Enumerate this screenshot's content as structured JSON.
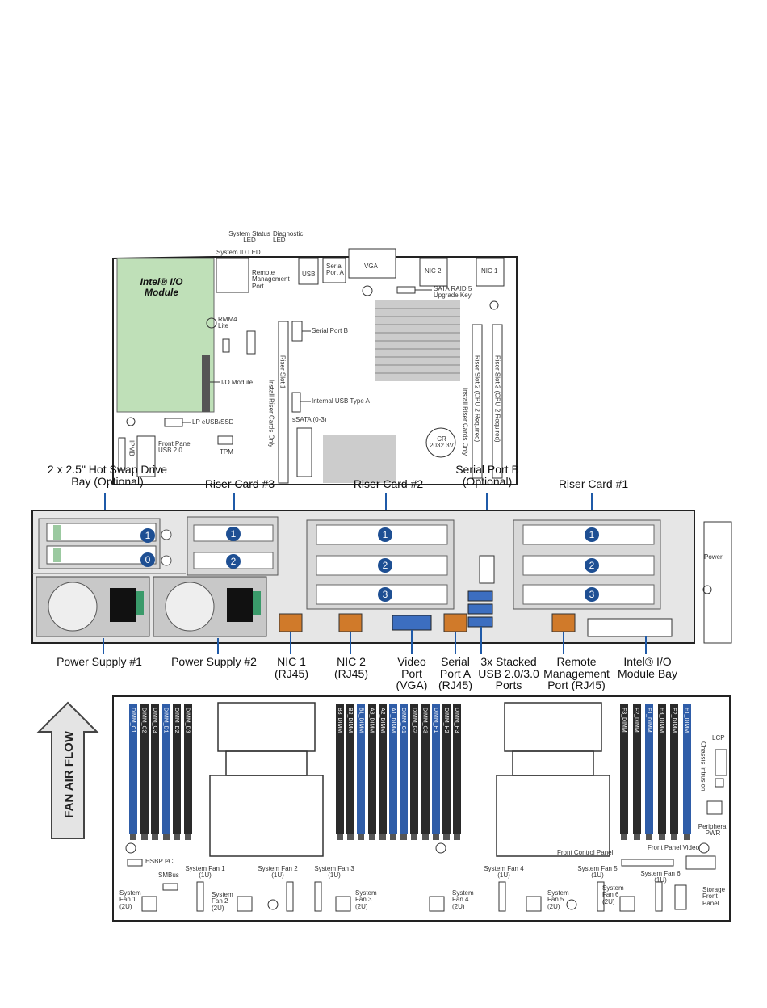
{
  "board_top": {
    "io_module": "Intel® I/O Module",
    "labels": {
      "system_status_led": "System Status LED",
      "diagnostic_led": "Diagnostic LED",
      "system_id_led": "System ID LED",
      "remote_mgmt_port": "Remote Management Port",
      "usb": "USB",
      "serial_port_a": "Serial Port A",
      "vga": "VGA",
      "nic2": "NIC 2",
      "nic1": "NIC 1",
      "sata_raid5": "SATA RAID 5 Upgrade Key",
      "rmm4_lite": "RMM4 Lite",
      "serial_port_b": "Serial Port B",
      "io_module_conn": "I/O Module",
      "riser_slot1": "Riser Slot 1",
      "install_riser_cards_only": "Install Riser Cards Only",
      "internal_usb": "Internal USB Type A",
      "ssata": "sSATA (0-3)",
      "riser_slot2": "Riser Slot 2 (CPU 2 Required)",
      "install_riser_cards_only2": "Install Riser Cards Only",
      "riser_slot3": "Riser Slot 3 (CPU-2 Required)",
      "lp_eusb": "LP eUSB/SSD",
      "front_panel_usb": "Front Panel USB 2.0",
      "tpm": "TPM",
      "ipmb": "IPMB",
      "battery": "CR 2032 3V"
    }
  },
  "callouts_top": {
    "hot_swap": "2 x 2.5\" Hot Swap Drive Bay (Optional)",
    "riser3": "Riser Card #3",
    "riser2": "Riser Card #2",
    "serial_b": "Serial Port B (Optional)",
    "riser1": "Riser Card #1"
  },
  "callouts_bottom": {
    "ps1": "Power Supply #1",
    "ps2": "Power Supply #2",
    "nic1": "NIC 1 (RJ45)",
    "nic2": "NIC 2 (RJ45)",
    "video": "Video Port (VGA)",
    "serial_a": "Serial Port A (RJ45)",
    "usb_stack": "3x Stacked USB 2.0/3.0 Ports",
    "rmm": "Remote Management Port (RJ45)",
    "io_bay": "Intel® I/O Module Bay"
  },
  "rear_panel": {
    "drive_numbers": [
      "1",
      "0"
    ],
    "slot_numbers": [
      "1",
      "2",
      "3"
    ],
    "power": "Power"
  },
  "airflow": "FAN AIR FLOW",
  "dimms": {
    "left": [
      "DIMM_C1",
      "DIMM_C2",
      "DIMM_C3",
      "DIMM_D1",
      "DIMM_D2",
      "DIMM_D3"
    ],
    "middle": [
      "B3_DIMM",
      "B2_DIMM",
      "B1_DIMM",
      "A3_DIMM",
      "A2_DIMM",
      "A1_DIMM",
      "DIMM_G1",
      "DIMM_G2",
      "DIMM_G3",
      "DIMM_H1",
      "DIMM_H2",
      "DIMM_H3"
    ],
    "right": [
      "F3_DIMM",
      "F2_DIMM",
      "F1_DIMM",
      "E3_DIMM",
      "E2_DIMM",
      "E1_DIMM"
    ]
  },
  "bottom_labels": {
    "lcp": "LCP",
    "chassis_intrusion": "Chassis Intrusion",
    "peripheral_pwr": "Peripheral PWR",
    "front_control_panel": "Front Control Panel",
    "front_panel_video": "Front Panel Video",
    "hsbp_i2c": "HSBP I²C",
    "smbus": "SMBus",
    "sys_fan1_1u": "System Fan 1 (1U)",
    "sys_fan2_1u": "System Fan 2 (1U)",
    "sys_fan3_1u": "System Fan 3 (1U)",
    "sys_fan4_1u": "System Fan 4 (1U)",
    "sys_fan5_1u": "System Fan 5 (1U)",
    "sys_fan6_1u": "System Fan 6 (1U)",
    "sys_fan1_2u": "System Fan 1 (2U)",
    "sys_fan2_2u": "System Fan 2 (2U)",
    "sys_fan3_2u": "System Fan 3 (2U)",
    "sys_fan4_2u": "System Fan 4 (2U)",
    "sys_fan5_2u": "System Fan 5 (2U)",
    "sys_fan6_2u": "System Fan 6 (2U)",
    "storage_front_panel": "Storage Front Panel"
  },
  "colors": {
    "io_module_green": "#bfe0b8",
    "dimm_blue": "#2f5da8",
    "dimm_dark": "#2a2a2a",
    "callout_blue": "#1f5aa8",
    "slot_badge": "#1e4f93"
  }
}
